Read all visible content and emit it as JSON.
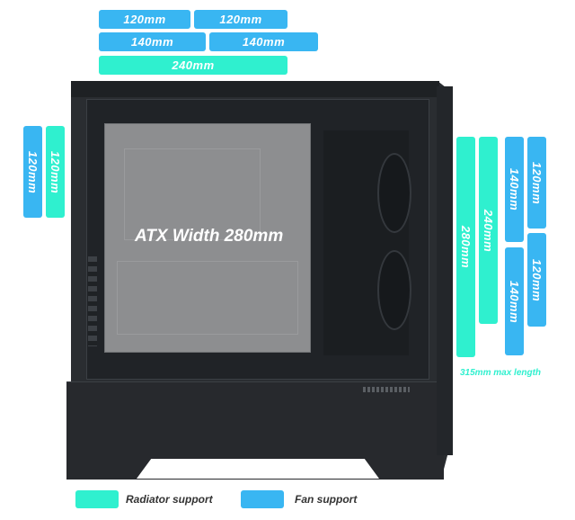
{
  "colors": {
    "radiator": "#2ff0cf",
    "fan": "#39b6f2",
    "case": "#2a2d31"
  },
  "top": {
    "row1": [
      "120mm",
      "120mm"
    ],
    "row2": [
      "140mm",
      "140mm"
    ],
    "row3": "240mm"
  },
  "left": [
    "120mm",
    "120mm"
  ],
  "right": {
    "radiators": [
      "280mm",
      "240mm"
    ],
    "fans_col1": [
      "140mm",
      "140mm"
    ],
    "fans_col2": [
      "120mm",
      "120mm"
    ]
  },
  "atx_label": "ATX Width 280mm",
  "max_length": "315mm max length",
  "legend": {
    "radiator": "Radiator support",
    "fan": "Fan support"
  }
}
